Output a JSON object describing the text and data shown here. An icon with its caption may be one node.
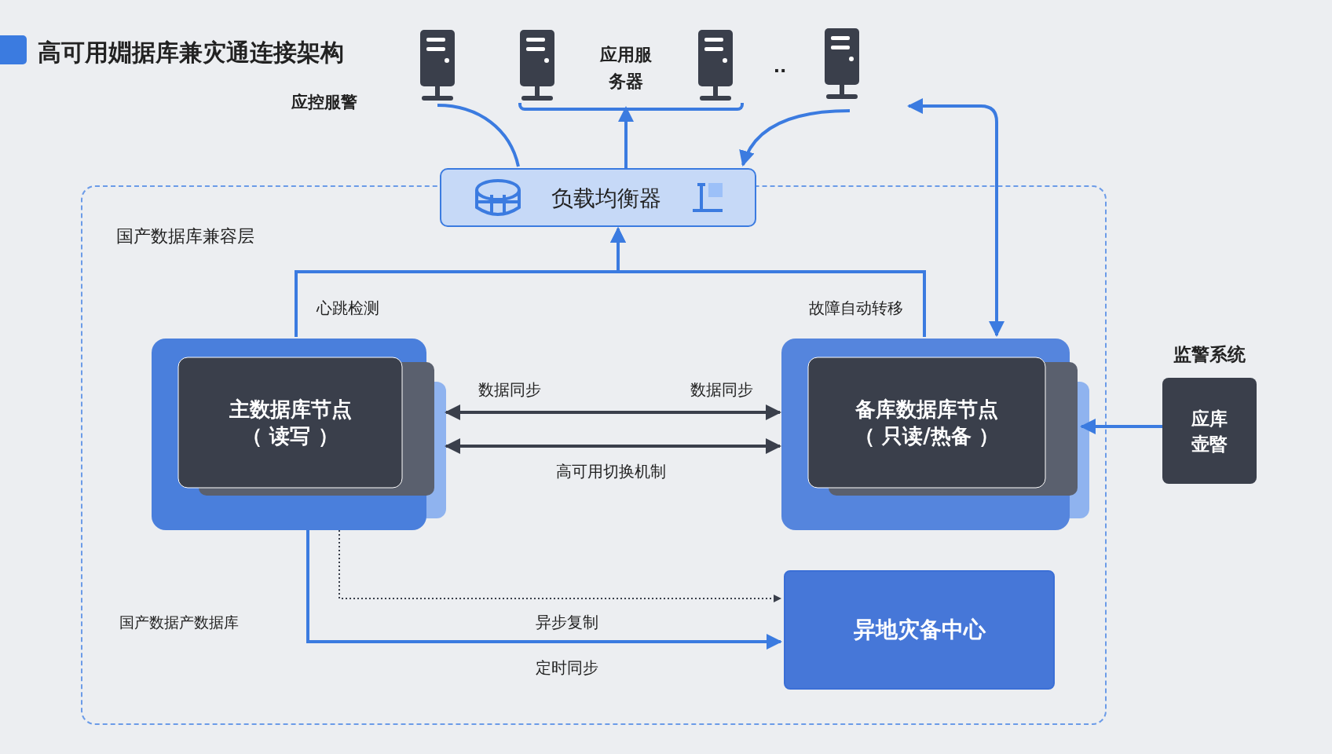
{
  "diagram": {
    "title": "高可用婣据库兼灾通连接架构",
    "nodes": [
      {
        "text": [],
        "shape": "server"
      },
      {
        "text": [],
        "shape": "server"
      },
      {
        "text": [],
        "shape": "server"
      },
      {
        "text": [],
        "shape": "server"
      },
      {
        "text": [],
        "shape": "bracket"
      },
      {
        "text": [
          "负载均衡器"
        ]
      },
      {
        "text": [
          "国产数据库兼容层"
        ]
      },
      {
        "text": [
          "主数据库节点（ 读写 ）"
        ],
        "in": 6
      },
      {
        "text": [
          "备库数据库节点（ 只读/热备 ）"
        ],
        "in": 6
      },
      {
        "text": [
          "异地灾备中心"
        ],
        "in": 6
      },
      {
        "text": [
          "监警系统",
          "应库壶暋"
        ]
      }
    ],
    "edges": [
      {
        "from": 0,
        "to": 5,
        "arrow": "none"
      },
      {
        "from": 3,
        "to": 5,
        "arrow": "to"
      },
      {
        "from": 5,
        "to": 4,
        "arrow": "to"
      },
      {
        "from": 7,
        "to": 5,
        "arrow": "to",
        "label": "心跳检测"
      },
      {
        "from": 8,
        "to": 5,
        "arrow": "to",
        "label": "故障自动转移"
      },
      {
        "from": 7,
        "to": 8,
        "arrow": "both",
        "label": "数据同步",
        "color": "#3a3f4b"
      },
      {
        "from": 7,
        "to": 8,
        "arrow": "both",
        "label": "高可用切换机制",
        "color": "#3a3f4b"
      },
      {
        "from": 7,
        "to": 9,
        "arrow": "to",
        "style": "dashed",
        "color": "#3a3f4b"
      },
      {
        "from": 7,
        "to": 9,
        "arrow": "to",
        "label": "异步复制"
      },
      {
        "from": 10,
        "to": 8,
        "arrow": "to"
      },
      {
        "from": 8,
        "to": 3,
        "arrow": "both"
      }
    ],
    "labels": [
      "应用服务器",
      "应控服警",
      "..",
      "数据同步",
      "定时同步",
      "国产数据产数据库"
    ]
  }
}
